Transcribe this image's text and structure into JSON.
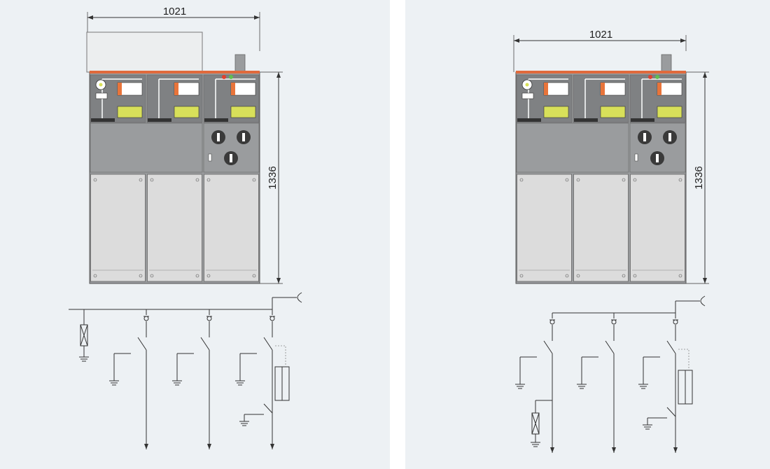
{
  "views": [
    {
      "id": "left",
      "width_label": "1021",
      "height_label": "1336",
      "has_top_box": true,
      "schematic_variant": "a"
    },
    {
      "id": "right",
      "width_label": "1021",
      "height_label": "1336",
      "has_top_box": false,
      "schematic_variant": "b"
    }
  ],
  "colors": {
    "background": "#edf1f4",
    "cabinet": "#9a9c9e",
    "cabinet_dark": "#7f8183",
    "door": "#dcdcdc",
    "top_strip": "#e06a3c",
    "line": "#333333",
    "accent_yellow": "#d8e05a",
    "accent_orange": "#e8743a",
    "accent_red": "#e04030",
    "accent_green": "#60c050"
  }
}
